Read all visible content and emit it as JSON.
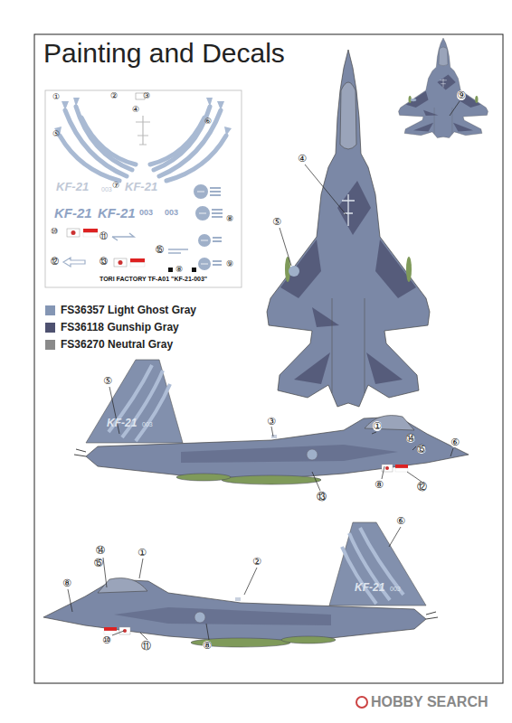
{
  "diagram": {
    "title": "Painting and Decals",
    "nodes": [
      {
        "text": [
          "①",
          "②",
          "③",
          "④",
          "⑤",
          "⑥",
          "KF-21",
          "003",
          "⑦",
          "KF-21",
          "KF-21",
          "KF-21",
          "003",
          "003",
          "⑧",
          "⑩",
          "⑪",
          "⑨",
          "⑫",
          "⑬",
          "⑮",
          "⑧",
          "TORI FACTORY TF-A01 \"KF-21-003\""
        ]
      }
    ],
    "labels": [
      "⑨",
      "④",
      "⑤",
      "⑤",
      "KF-21",
      "003",
      "③",
      "①",
      "⑭",
      "⑮",
      "⑥",
      "⑧",
      "⑫",
      "⑬",
      "⑥",
      "KF-21",
      "003",
      "⑭",
      "①",
      "②",
      "⑮",
      "⑧",
      "⑩",
      "⑪",
      "⑧",
      "HOBBY SEARCH"
    ],
    "legend": [
      {
        "text": "FS36357 Light Ghost Gray",
        "color": "#8496b4"
      },
      {
        "text": "FS36118 Gunship Gray",
        "color": "#4e5170"
      },
      {
        "text": "FS36270 Neutral Gray",
        "color": "#8a8a8a"
      }
    ]
  }
}
